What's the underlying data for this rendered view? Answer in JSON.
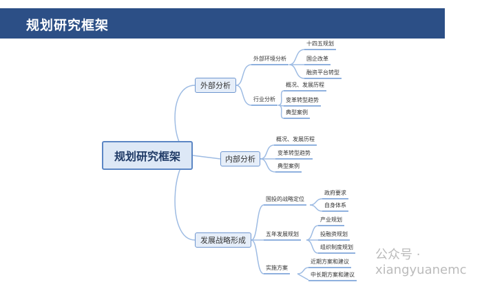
{
  "header": {
    "title": "规划研究框架"
  },
  "root": "规划研究框架",
  "branches": {
    "external": {
      "label": "外部分析",
      "env": {
        "label": "外部环境分析",
        "items": [
          "十四五规划",
          "国企改革",
          "融资平台转型"
        ]
      },
      "industry": {
        "label": "行业分析",
        "items": [
          "概况、发展历程",
          "变革转型趋势",
          "典型案例"
        ]
      }
    },
    "internal": {
      "label": "内部分析",
      "items": [
        "概况、发展历程",
        "变革转型趋势",
        "典型案例"
      ]
    },
    "strategy": {
      "label": "发展战略形成",
      "positioning": {
        "label": "国投的战略定位",
        "items": [
          "政府要求",
          "自身体系"
        ]
      },
      "fiveyear": {
        "label": "五年发展规划",
        "items": [
          "产业规划",
          "投融资规划",
          "组织制度规划"
        ]
      },
      "implement": {
        "label": "实施方案",
        "items": [
          "近期方案和建议",
          "中长期方案和建议"
        ]
      }
    }
  },
  "watermark": "公众号 · xiangyuanemc",
  "colors": {
    "header": "#2c4f86",
    "line": "#8eb0de"
  }
}
